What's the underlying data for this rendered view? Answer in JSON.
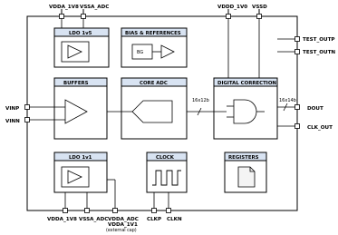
{
  "pins_top": {
    "vdda_1v8": "VDDA_1V8",
    "vssa_adc": "VSSA_ADC",
    "vddd_1v0": "VDDD_1V0",
    "vssd": "VSSD"
  },
  "pins_right": {
    "test_outp": "TEST_OUTP",
    "test_outn": "TEST_OUTN",
    "dout": "DOUT",
    "clk_out": "CLK_OUT"
  },
  "pins_left": {
    "vinp": "VINP",
    "vinn": "VINN"
  },
  "pins_bottom": {
    "vdda_1v8": "VDDA_1V8",
    "vssa_adc": "VSSA_ADC",
    "vdda_adc": "VDDA_ADC",
    "vdda_1v1": "VDDA_1V1",
    "external_cap": "(external cap)",
    "clkp": "CLKP",
    "clkn": "CLKN"
  },
  "blocks": {
    "ldo_1v5": "LDO 1v5",
    "bias_refs": "BIAS & REFERENCES",
    "bg": "BG",
    "buffers": "BUFFERS",
    "core_adc": "CORE ADC",
    "digital_correction": "DIGITAL CORRECTION",
    "ldo_1v1": "LDO 1v1",
    "clock": "CLOCK",
    "registers": "REGISTERS"
  },
  "signals": {
    "bus_in": "16x12b",
    "bus_out": "16x14b"
  },
  "colors": {
    "block_header": "#d8e3f2",
    "outline": "#000000"
  }
}
